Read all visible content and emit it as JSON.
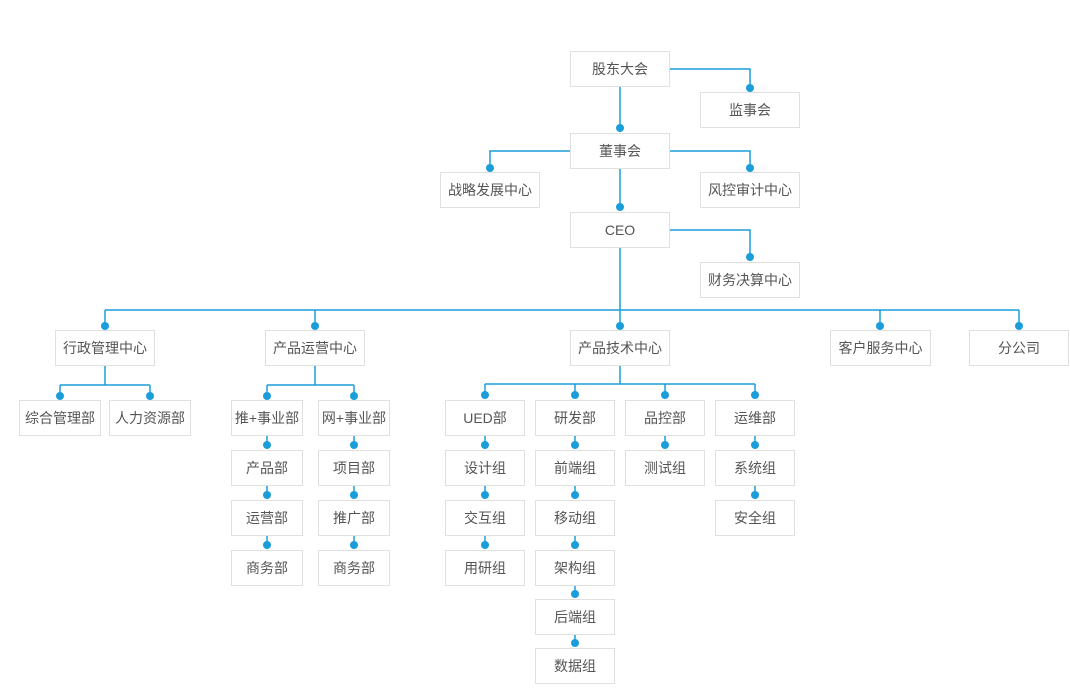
{
  "colors": {
    "line": "#1a9dd9",
    "node_border": "#e0e0e0",
    "node_background": "#ffffff",
    "node_text": "#555555",
    "page_background": "#ffffff"
  },
  "nodes": {
    "shareholders": "股东大会",
    "supervisory_board": "监事会",
    "board_of_directors": "董事会",
    "strategy_center": "战略发展中心",
    "risk_audit_center": "风控审计中心",
    "ceo": "CEO",
    "finance_center": "财务决算中心",
    "admin_center": "行政管理中心",
    "operation_center": "产品运营中心",
    "tech_center": "产品技术中心",
    "customer_center": "客户服务中心",
    "branch_company": "分公司",
    "general_dept": "综合管理部",
    "hr_dept": "人力资源部",
    "tui_division": "推+事业部",
    "wang_division": "网+事业部",
    "product_dept": "产品部",
    "operating_dept": "运营部",
    "tui_business_dept": "商务部",
    "project_dept": "项目部",
    "promotion_dept": "推广部",
    "wang_business_dept": "商务部",
    "ued_dept": "UED部",
    "rd_dept": "研发部",
    "qc_dept": "品控部",
    "ops_dept": "运维部",
    "design_team": "设计组",
    "interaction_team": "交互组",
    "user_research_team": "用研组",
    "frontend_team": "前端组",
    "mobile_team": "移动组",
    "architecture_team": "架构组",
    "backend_team": "后端组",
    "data_team": "数据组",
    "test_team": "测试组",
    "system_team": "系统组",
    "security_team": "安全组"
  }
}
